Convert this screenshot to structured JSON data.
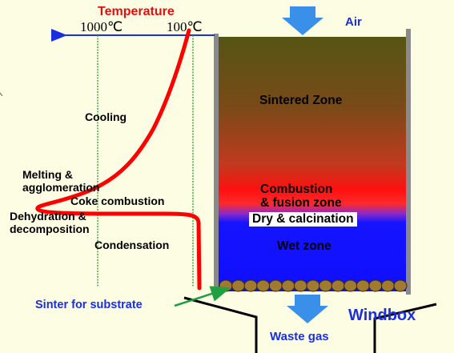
{
  "colors": {
    "background": "#fdfde4",
    "sintered_top": "#5a5410",
    "fusion_red": "#ff1010",
    "wet_blue": "#1010ff",
    "curve": "#ff0000",
    "arrow_blue": "#3a8fe8",
    "label_blue": "#1a30e0",
    "label_red": "#e01010",
    "pellet": "#a07a30",
    "pointer_green": "#20a040"
  },
  "temperature_axis": {
    "title": "Temperature",
    "tick_high": "1000℃",
    "tick_low": "100℃"
  },
  "flow": {
    "air": "Air",
    "waste_gas": "Waste gas",
    "windbox": "Windbox"
  },
  "zones": {
    "sintered": "Sintered Zone",
    "combustion_line1": "Combustion",
    "combustion_line2": "& fusion zone",
    "dry": "Dry & calcination",
    "wet": "Wet zone"
  },
  "processes": {
    "cooling": "Cooling",
    "melting_line1": "Melting &",
    "melting_line2": "agglomeration",
    "coke": "Coke combustion",
    "dehydration_line1": "Dehydration &",
    "dehydration_line2": "decomposition",
    "condensation": "Condensation"
  },
  "substrate_label": "Sinter for substrate",
  "pellet_count": 15
}
